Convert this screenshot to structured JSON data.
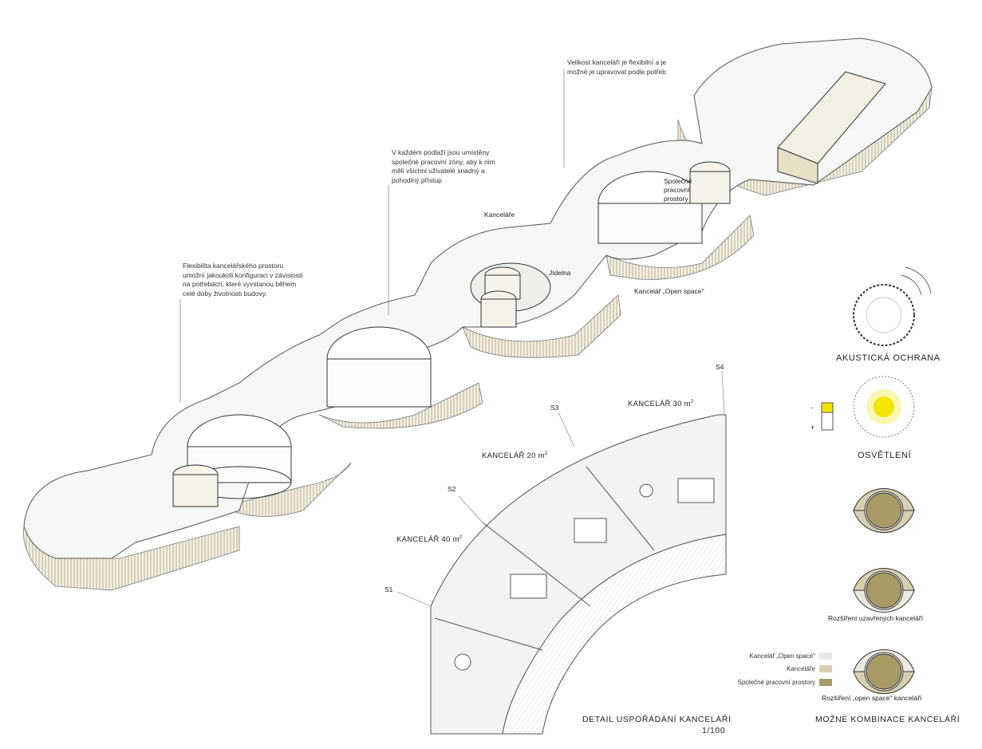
{
  "annotations": {
    "flexibility": "Flexibilita kancelářského prostoru\numožní jakoukoli konfiguraci v závislosti\nna potřebách, které vyvstanou během\ncelé doby životnosti budovy.",
    "shared_zones": "V každém podlaží jsou umístěny\nspolečné pracovní zóny, aby k nim\nměli všichni uživatelé snadný a\npohodlný přístup",
    "office_size": "Velikost kanceláří je flexibilní a je\nmožné je upravovat podle potřeb"
  },
  "axon_labels": {
    "offices": "Kanceláře",
    "shared_spaces": "Společné\npracovní\nprostory",
    "canteen": "Jídelna",
    "open_space": "Kancelář „Open space\""
  },
  "plan": {
    "title": "DETAIL USPOŘÁDÁNÍ KANCELÁŘÍ",
    "scale": "1/100",
    "rooms": {
      "r40": "KANCELÁŘ 40 m",
      "r20": "KANCELÁŘ 20 m",
      "r30": "KANCELÁŘ 30 m",
      "sup": "2"
    },
    "sections": [
      "S1",
      "S2",
      "S3",
      "S4"
    ]
  },
  "legend": {
    "items": [
      {
        "label": "Kancelář „Open space\"",
        "color": "#ece9e1"
      },
      {
        "label": "Kanceláře",
        "color": "#d8cfb1"
      },
      {
        "label": "Společné pracovní prostory",
        "color": "#a79a66"
      }
    ],
    "light_scale": {
      "top": "-",
      "bottom": "+"
    }
  },
  "icons": {
    "acoustic": "AKUSTICKÁ OCHRANA",
    "lighting": "OSVĚTLENÍ",
    "combos_title": "MOŽNÉ KOMBINACE KANCELÁŘÍ",
    "combo_closed": "Rozšíření uzavřených kanceláří",
    "combo_open": "Rozšíření „open space\" kanceláří"
  },
  "colors": {
    "gold": "#c9b65a",
    "olive": "#a79a66",
    "beige": "#d8cfb1",
    "yellow": "#f2e600"
  }
}
